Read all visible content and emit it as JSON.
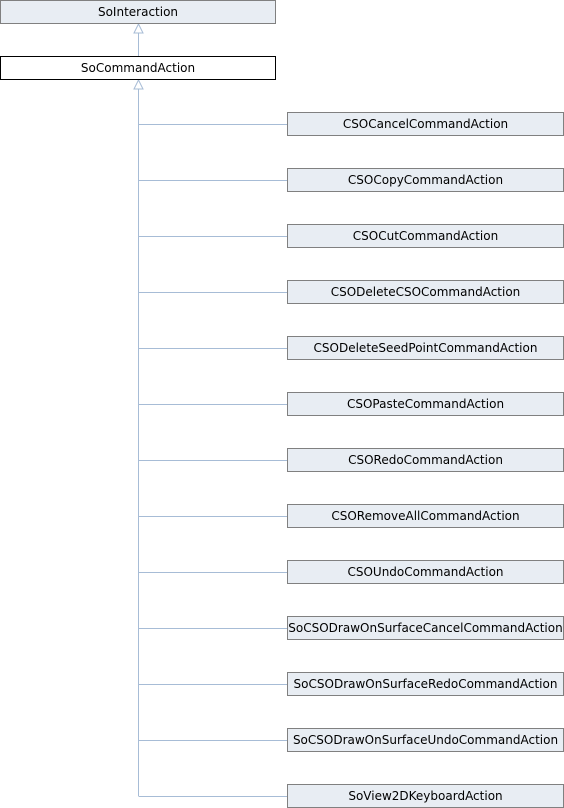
{
  "diagram": {
    "root": {
      "label": "SoInteraction"
    },
    "parent": {
      "label": "SoCommandAction"
    },
    "children": [
      {
        "label": "CSOCancelCommandAction"
      },
      {
        "label": "CSOCopyCommandAction"
      },
      {
        "label": "CSOCutCommandAction"
      },
      {
        "label": "CSODeleteCSOCommandAction"
      },
      {
        "label": "CSODeleteSeedPointCommandAction"
      },
      {
        "label": "CSOPasteCommandAction"
      },
      {
        "label": "CSORedoCommandAction"
      },
      {
        "label": "CSORemoveAllCommandAction"
      },
      {
        "label": "CSOUndoCommandAction"
      },
      {
        "label": "SoCSODrawOnSurfaceCancelCommandAction"
      },
      {
        "label": "SoCSODrawOnSurfaceRedoCommandAction"
      },
      {
        "label": "SoCSODrawOnSurfaceUndoCommandAction"
      },
      {
        "label": "SoView2DKeyboardAction"
      }
    ],
    "colors": {
      "connector": "#a7bcd6",
      "node_fill": "#e8edf3",
      "node_border": "#808080",
      "highlight_border": "#000000"
    }
  }
}
